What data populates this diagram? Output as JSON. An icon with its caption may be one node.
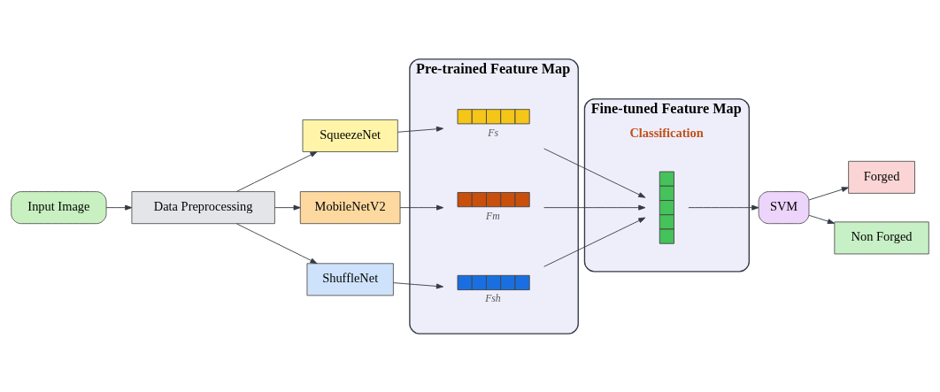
{
  "diagram": {
    "nodes": [
      {
        "text": [
          "Input Image"
        ]
      },
      {
        "text": [
          "Data Preprocessing"
        ]
      },
      {
        "text": [
          "SqueezeNet"
        ]
      },
      {
        "text": [
          "MobileNetV2"
        ]
      },
      {
        "text": [
          "ShuffleNet"
        ]
      },
      {
        "text": [
          "Pre-trained Feature Map"
        ]
      },
      {
        "text": [],
        "shape": "bar",
        "in": 5,
        "beside": [
          "Fs"
        ]
      },
      {
        "text": [],
        "shape": "bar",
        "in": 5,
        "beside": [
          "Fm"
        ]
      },
      {
        "text": [],
        "shape": "bar",
        "in": 5,
        "beside": [
          "Fsh"
        ]
      },
      {
        "text": [
          "Fine-tuned Feature Map",
          "Classification"
        ]
      },
      {
        "text": [],
        "shape": "bar",
        "in": 9
      },
      {
        "text": [
          "SVM"
        ]
      },
      {
        "text": [
          "Forged"
        ]
      },
      {
        "text": [
          "Non Forged"
        ]
      }
    ],
    "edges": [
      {
        "from": 0,
        "to": 1,
        "arrow": "to"
      },
      {
        "from": 1,
        "to": 2,
        "arrow": "to"
      },
      {
        "from": 1,
        "to": 3,
        "arrow": "to"
      },
      {
        "from": 1,
        "to": 4,
        "arrow": "to"
      },
      {
        "from": 2,
        "to": 6,
        "arrow": "to"
      },
      {
        "from": 3,
        "to": 7,
        "arrow": "to"
      },
      {
        "from": 4,
        "to": 8,
        "arrow": "to"
      },
      {
        "from": 6,
        "to": 10,
        "arrow": "to"
      },
      {
        "from": 7,
        "to": 10,
        "arrow": "to"
      },
      {
        "from": 8,
        "to": 10,
        "arrow": "to"
      },
      {
        "from": 10,
        "to": 11,
        "arrow": "to"
      },
      {
        "from": 11,
        "to": 12,
        "arrow": "to"
      },
      {
        "from": 11,
        "to": 13,
        "arrow": "to"
      }
    ]
  }
}
